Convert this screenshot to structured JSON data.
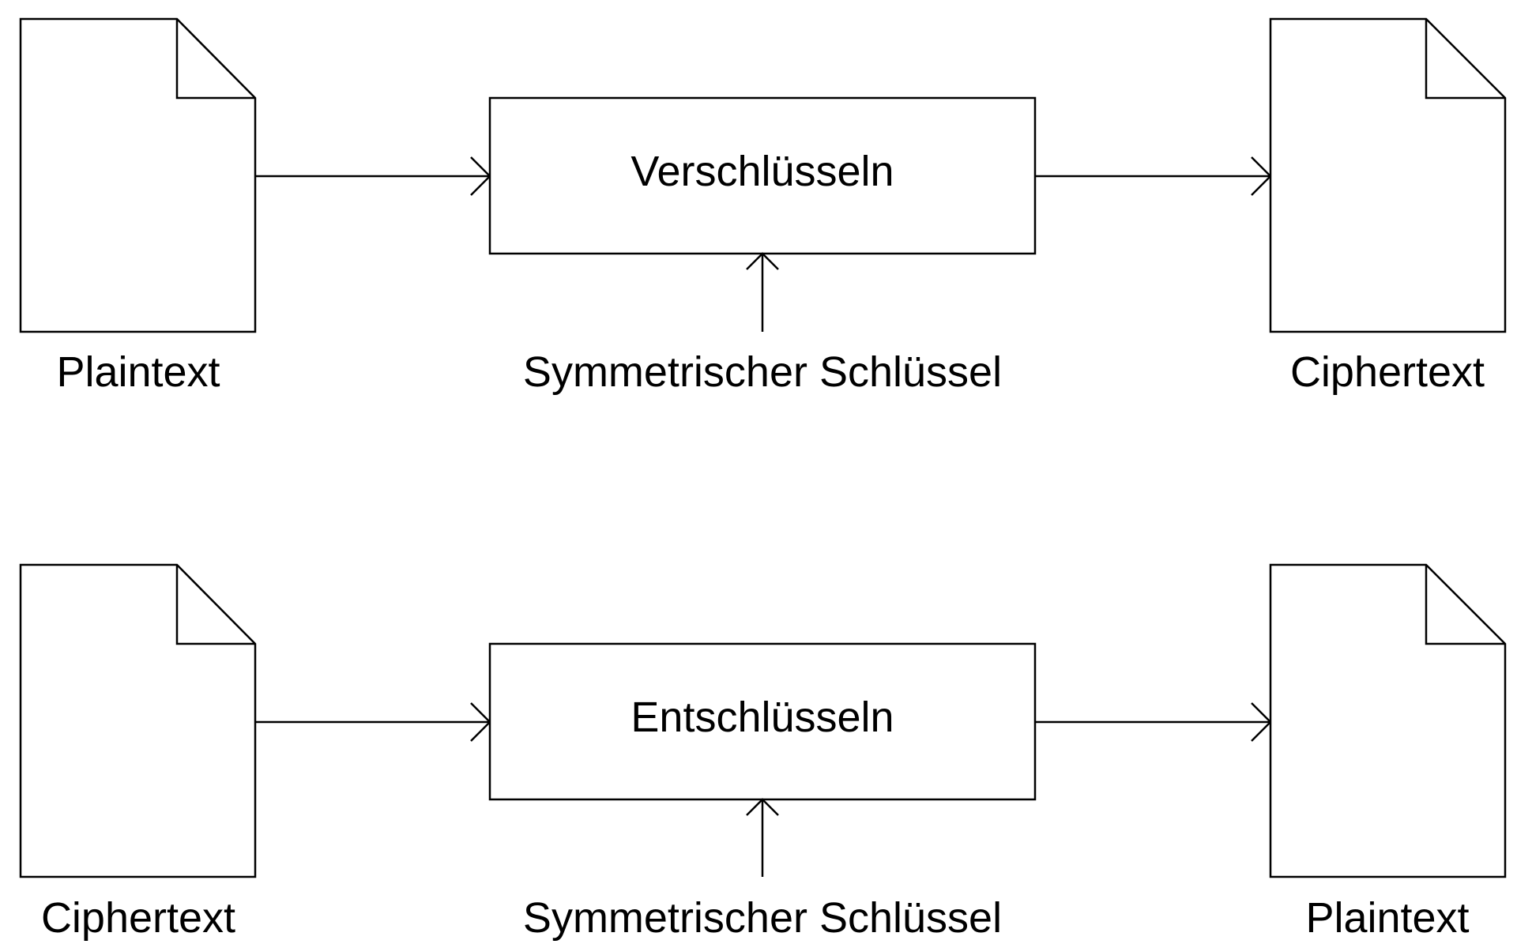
{
  "encryption_row": {
    "input_document_label": "Plaintext",
    "process_label": "Verschlüsseln",
    "key_label": "Symmetrischer Schlüssel",
    "output_document_label": "Ciphertext"
  },
  "decryption_row": {
    "input_document_label": "Ciphertext",
    "process_label": "Entschlüsseln",
    "key_label": "Symmetrischer Schlüssel",
    "output_document_label": "Plaintext"
  },
  "colors": {
    "stroke": "#000000",
    "background": "#ffffff"
  }
}
